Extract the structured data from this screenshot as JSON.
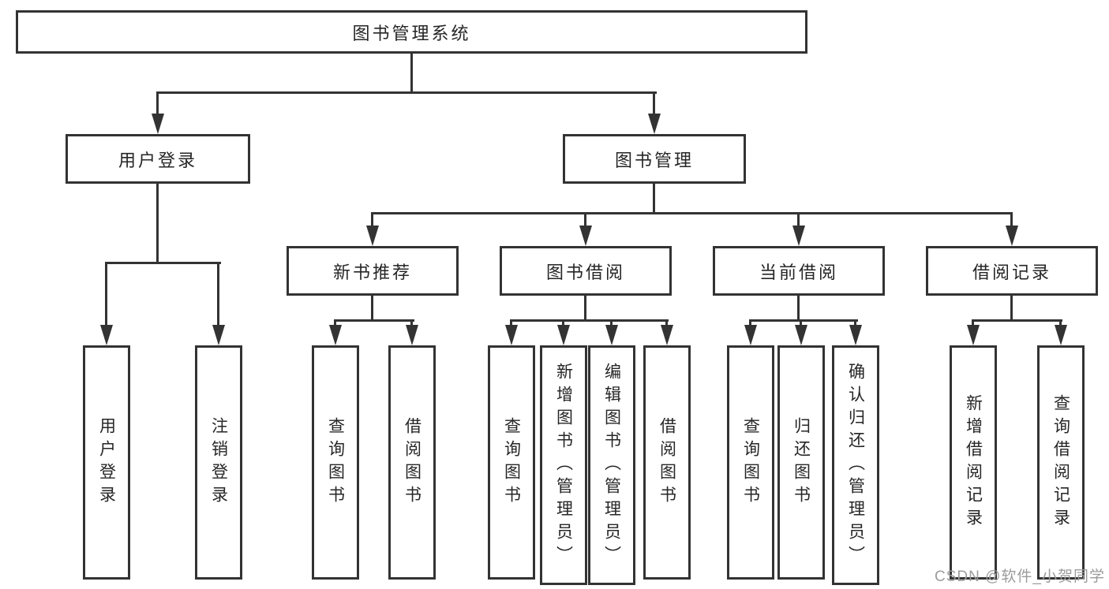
{
  "tree": {
    "label": "图书管理系统",
    "children": [
      {
        "label": "用户登录",
        "children": [
          {
            "label": "用户登录"
          },
          {
            "label": "注销登录"
          }
        ]
      },
      {
        "label": "图书管理",
        "children": [
          {
            "label": "新书推荐",
            "children": [
              {
                "label": "查询图书"
              },
              {
                "label": "借阅图书"
              }
            ]
          },
          {
            "label": "图书借阅",
            "children": [
              {
                "label": "查询图书"
              },
              {
                "label": "新增图书（管理员）"
              },
              {
                "label": "编辑图书（管理员）"
              },
              {
                "label": "借阅图书"
              }
            ]
          },
          {
            "label": "当前借阅",
            "children": [
              {
                "label": "查询图书"
              },
              {
                "label": "归还图书"
              },
              {
                "label": "确认归还（管理员）"
              }
            ]
          },
          {
            "label": "借阅记录",
            "children": [
              {
                "label": "新增借阅记录"
              },
              {
                "label": "查询借阅记录"
              }
            ]
          }
        ]
      }
    ]
  },
  "watermark": "CSDN @软件_小贺同学",
  "colors": {
    "line": "#333333",
    "text": "#262626",
    "watermark": "#9c9c9c",
    "background": "#ffffff"
  }
}
